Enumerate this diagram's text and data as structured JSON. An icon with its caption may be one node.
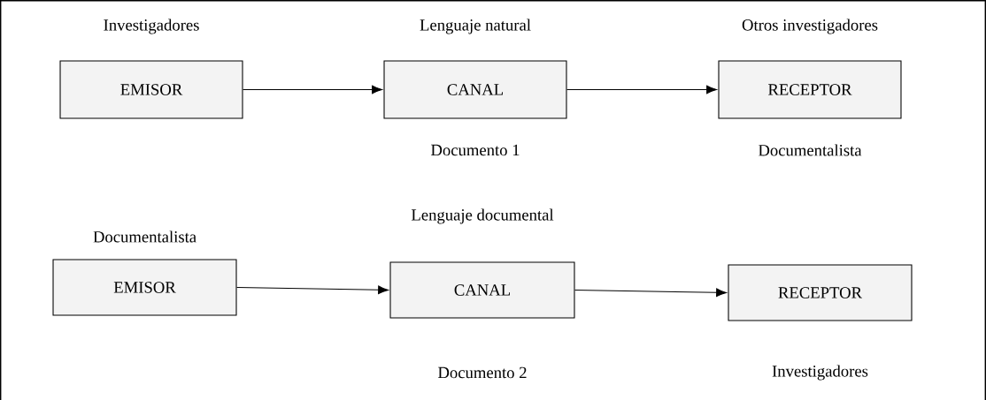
{
  "diagram": {
    "nodes": [
      {
        "text": [
          "Investigadores",
          "EMISOR"
        ]
      },
      {
        "text": [
          "Lenguaje natural",
          "CANAL"
        ],
        "beside": [
          "Documento 1"
        ]
      },
      {
        "text": [
          "Otros investigadores",
          "RECEPTOR"
        ],
        "beside": [
          "Documentalista"
        ]
      },
      {
        "text": [
          "Documentalista",
          "EMISOR"
        ]
      },
      {
        "text": [
          "Lenguaje documental",
          "CANAL"
        ],
        "beside": [
          "Documento 2"
        ]
      },
      {
        "text": [
          "RECEPTOR"
        ],
        "beside": [
          "Investigadores"
        ]
      }
    ],
    "edges": [
      {
        "from": 0,
        "to": 1,
        "arrow": "to"
      },
      {
        "from": 1,
        "to": 2,
        "arrow": "to"
      },
      {
        "from": 3,
        "to": 4,
        "arrow": "to"
      },
      {
        "from": 4,
        "to": 5,
        "arrow": "to"
      }
    ]
  }
}
